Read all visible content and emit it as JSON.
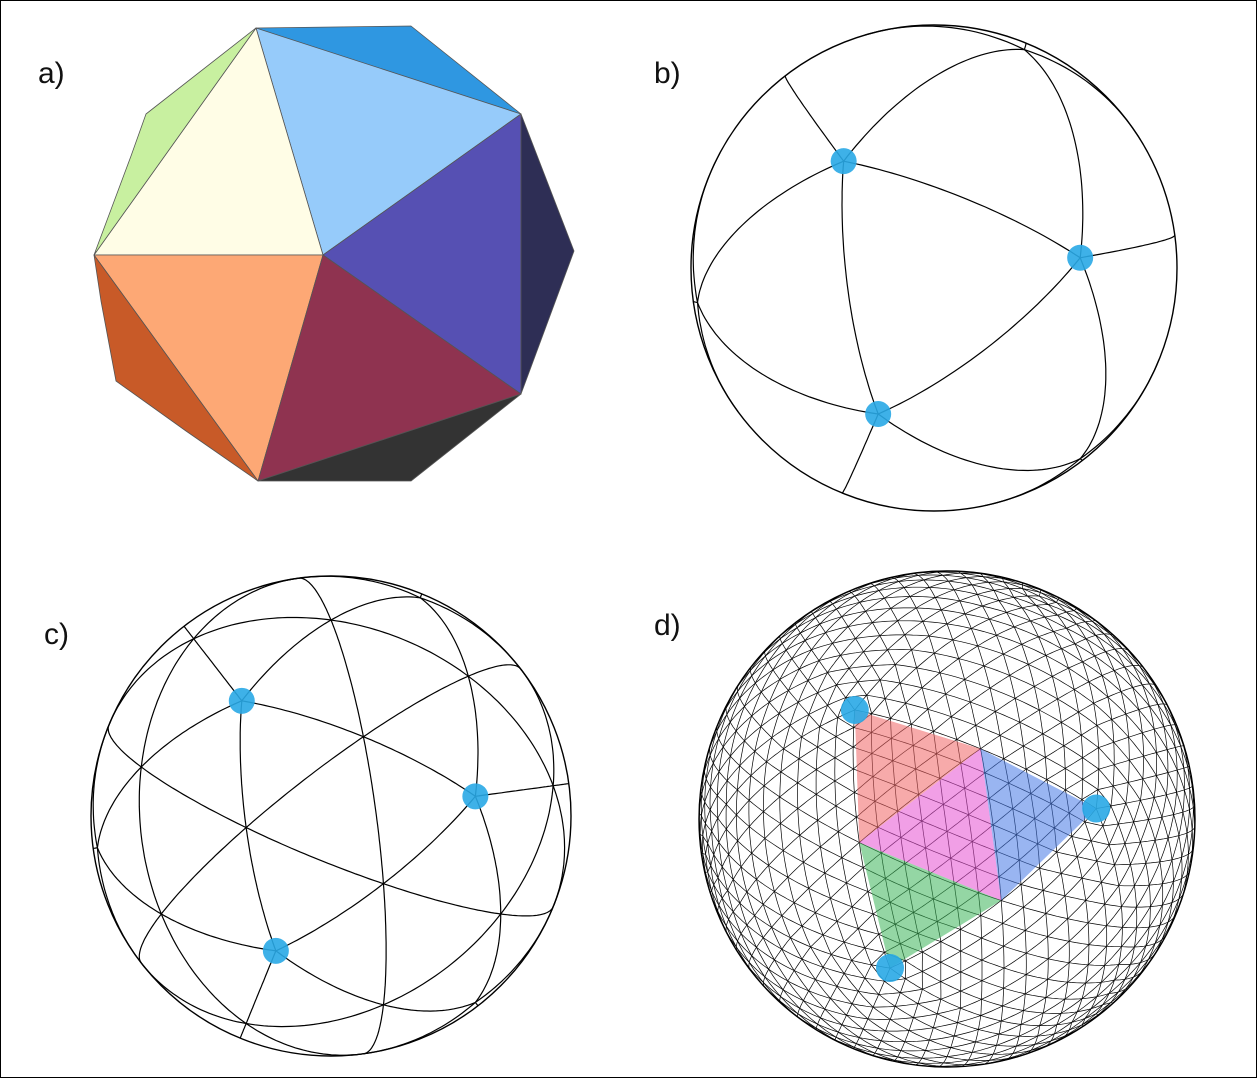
{
  "panels": [
    {
      "id": "a",
      "label": "a)"
    },
    {
      "id": "b",
      "label": "b)"
    },
    {
      "id": "c",
      "label": "c)"
    },
    {
      "id": "d",
      "label": "d)"
    }
  ],
  "colors": {
    "vertex_marker": "#29a9e6",
    "line": "#000000",
    "face_pale_yellow": "#fffde6",
    "face_light_blue": "#96cbfa",
    "face_blue": "#2f97e1",
    "face_indigo": "#5650b3",
    "face_navy": "#2e2e55",
    "face_light_green": "#c8f0a0",
    "face_peach": "#fda875",
    "face_orange_dark": "#c85a28",
    "face_maroon": "#8f3350",
    "face_black": "#333333",
    "overlay_red": "#f06464",
    "overlay_green": "#3cb45a",
    "overlay_blue": "#4678e6",
    "overlay_magenta": "#e650d2"
  }
}
